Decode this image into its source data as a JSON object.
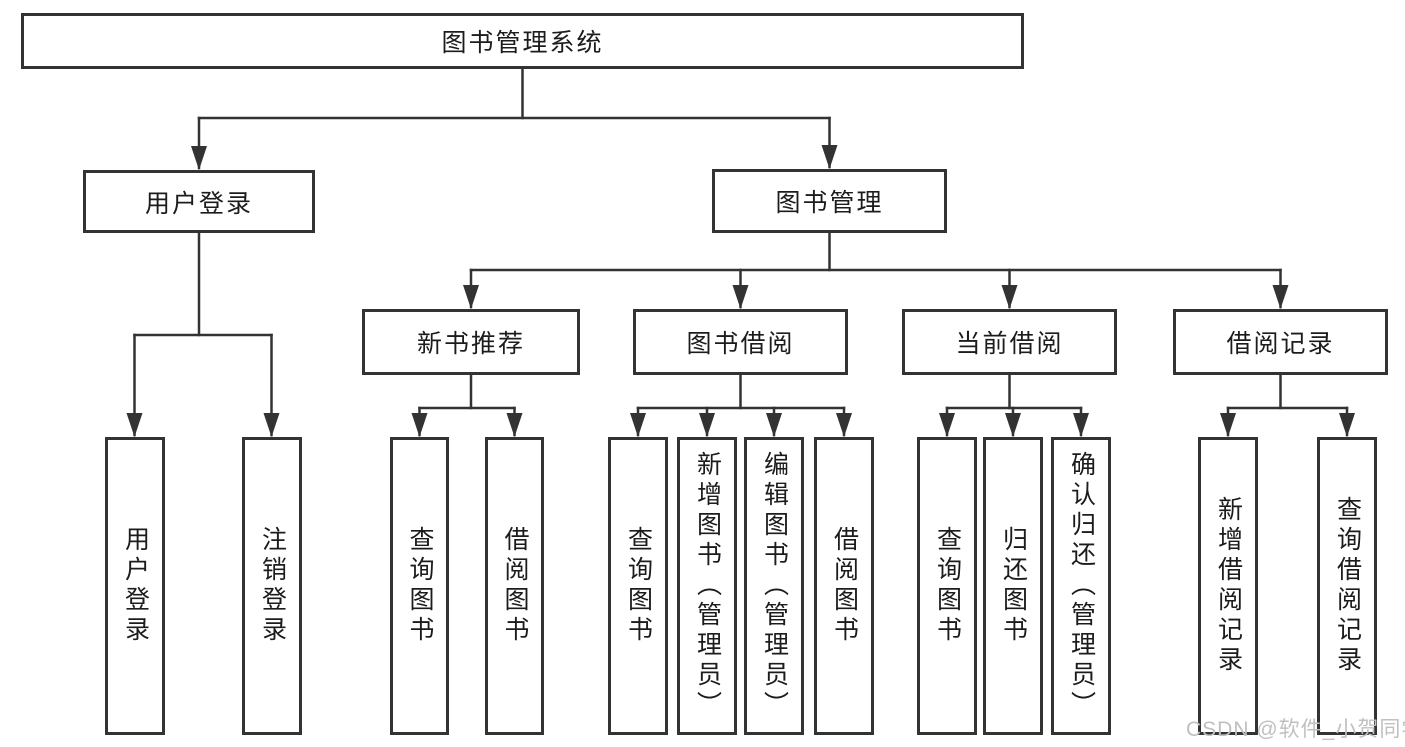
{
  "diagram": {
    "title": "图书管理系统",
    "branches": [
      {
        "label": "用户登录",
        "children": [
          {
            "label": "用户登录"
          },
          {
            "label": "注销登录"
          }
        ]
      },
      {
        "label": "图书管理",
        "children": [
          {
            "label": "新书推荐",
            "children": [
              {
                "label": "查询图书"
              },
              {
                "label": "借阅图书"
              }
            ]
          },
          {
            "label": "图书借阅",
            "children": [
              {
                "label": "查询图书"
              },
              {
                "label": "新增图书（管理员）"
              },
              {
                "label": "编辑图书（管理员）"
              },
              {
                "label": "借阅图书"
              }
            ]
          },
          {
            "label": "当前借阅",
            "children": [
              {
                "label": "查询图书"
              },
              {
                "label": "归还图书"
              },
              {
                "label": "确认归还（管理员）"
              }
            ]
          },
          {
            "label": "借阅记录",
            "children": [
              {
                "label": "新增借阅记录"
              },
              {
                "label": "查询借阅记录"
              }
            ]
          }
        ]
      }
    ]
  },
  "watermark": {
    "text": "CSDN @软件_小贺同学"
  },
  "colors": {
    "line": "#333333",
    "box_border": "#333333",
    "text": "#1c1c1c",
    "watermark": "#c0c0c0",
    "background": "#ffffff"
  }
}
